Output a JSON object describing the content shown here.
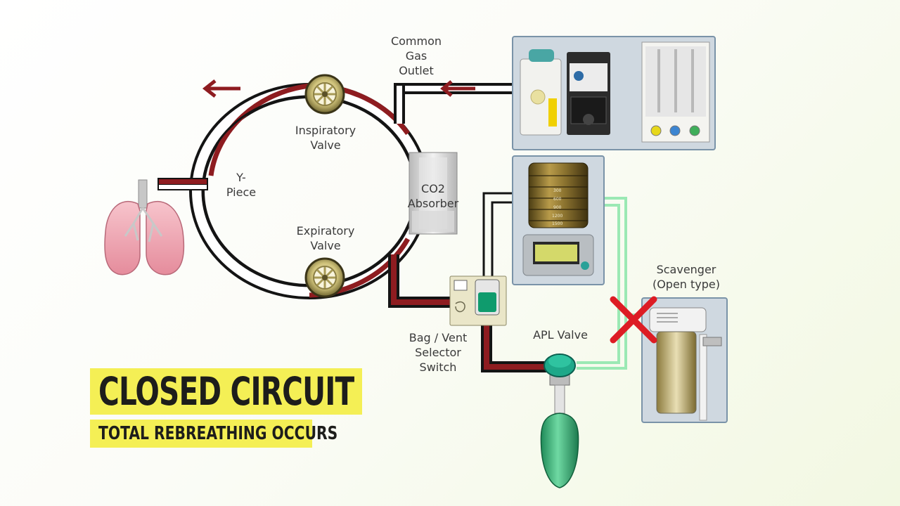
{
  "labels": {
    "common_gas_outlet": "Common\nGas\nOutlet",
    "inspiratory_valve": "Inspiratory\nValve",
    "y_piece": "Y-\nPiece",
    "co2_absorber": "CO2\nAbsorber",
    "expiratory_valve": "Expiratory\nValve",
    "scavenger": "Scavenger\n(Open type)",
    "apl_valve": "APL Valve",
    "bag_vent_switch": "Bag / Vent\nSelector\nSwitch"
  },
  "banner": {
    "title": "CLOSED CIRCUIT",
    "subtitle": "TOTAL REBREATHING OCCURS"
  },
  "bellows_scale": [
    "300",
    "600",
    "900",
    "1200",
    "1500"
  ],
  "colors": {
    "tube_dark": "#8e1c20",
    "tube_black": "#141414",
    "scavenger_green": "#9be9b4",
    "panel_bg": "#cfd8e0",
    "panel_border": "#7a93a8",
    "cross_red": "#dd1c24",
    "banner_yellow": "#f4ef55",
    "lung_pink": "#f1a9b5",
    "bag_green": "#3fb57e"
  }
}
